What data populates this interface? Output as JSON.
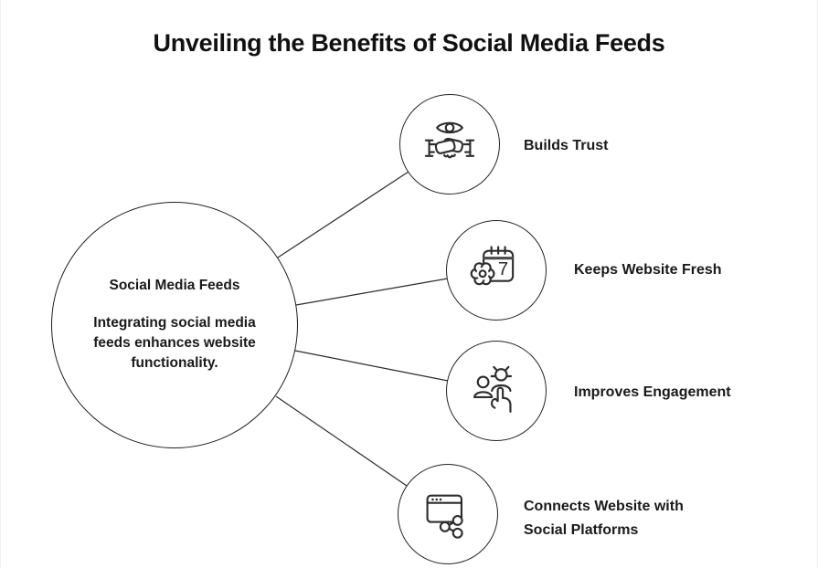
{
  "page": {
    "title": "Unveiling the Benefits of Social Media Feeds"
  },
  "hub": {
    "title": "Social Media Feeds",
    "description": "Integrating social media feeds enhances website functionality."
  },
  "nodes": [
    {
      "label": "Builds Trust",
      "icon": "eye-handshake-trust-icon"
    },
    {
      "label": "Keeps Website Fresh",
      "icon": "calendar-gear-icon",
      "calendar_day": "7"
    },
    {
      "label": "Improves Engagement",
      "icon": "people-raised-hand-engagement-icon"
    },
    {
      "label": "Connects Website with Social Platforms",
      "icon": "browser-window-share-icon"
    }
  ],
  "colors": {
    "background": "#ffffff",
    "text": "#1a1a1a",
    "title_text": "#111111",
    "circle_stroke": "#1f1f1f",
    "icon_stroke": "#2d2d2d",
    "connector_stroke": "#2b2b2b"
  }
}
